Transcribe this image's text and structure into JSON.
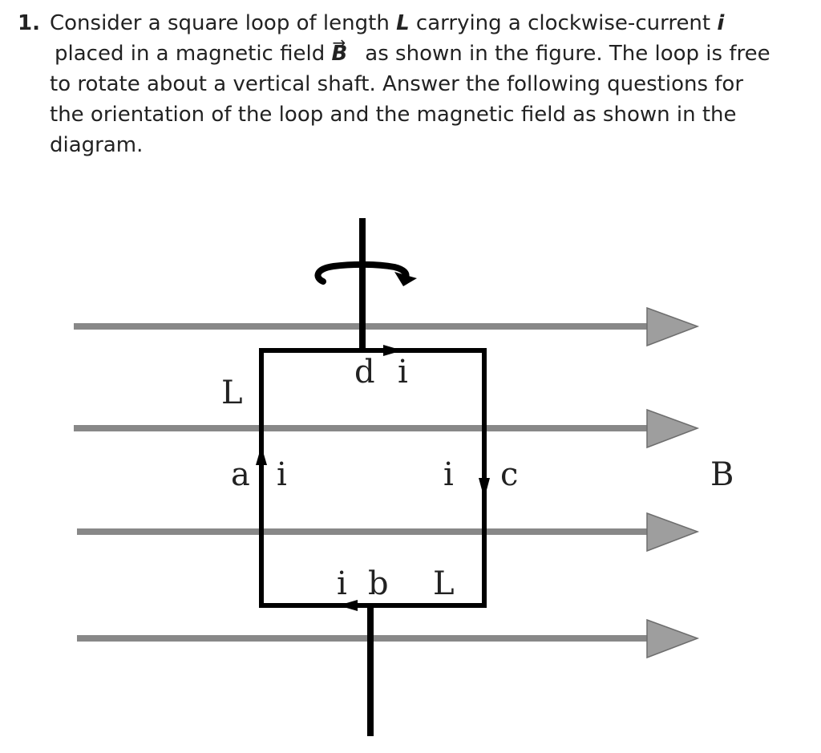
{
  "question": {
    "number": "1.",
    "line1_text": "Consider a square loop of length ",
    "line1_var_length": "L",
    "line1_text2": " carrying a clockwise-current ",
    "line1_var_current": "i",
    "line2_text": "placed in a magnetic field ",
    "line2_vector": "B",
    "line2_vector_arrow": "→",
    "line2_text2": "as shown in the figure. The loop is free",
    "line3_text": "to rotate about a vertical shaft. Answer the following questions for",
    "line4_text": "the orientation of the loop and the magnetic field as shown in the",
    "line5_text": "diagram."
  },
  "figure": {
    "labels": {
      "side_length_left": "L",
      "side_length_bottom": "L",
      "side_a": "a",
      "side_b": "b",
      "side_c": "c",
      "side_d": "d",
      "current_left": "i",
      "current_right": "i",
      "current_top": "i",
      "current_bottom": "i",
      "field": "B"
    },
    "colors": {
      "field_line": "#888888",
      "loop": "#000000"
    }
  }
}
